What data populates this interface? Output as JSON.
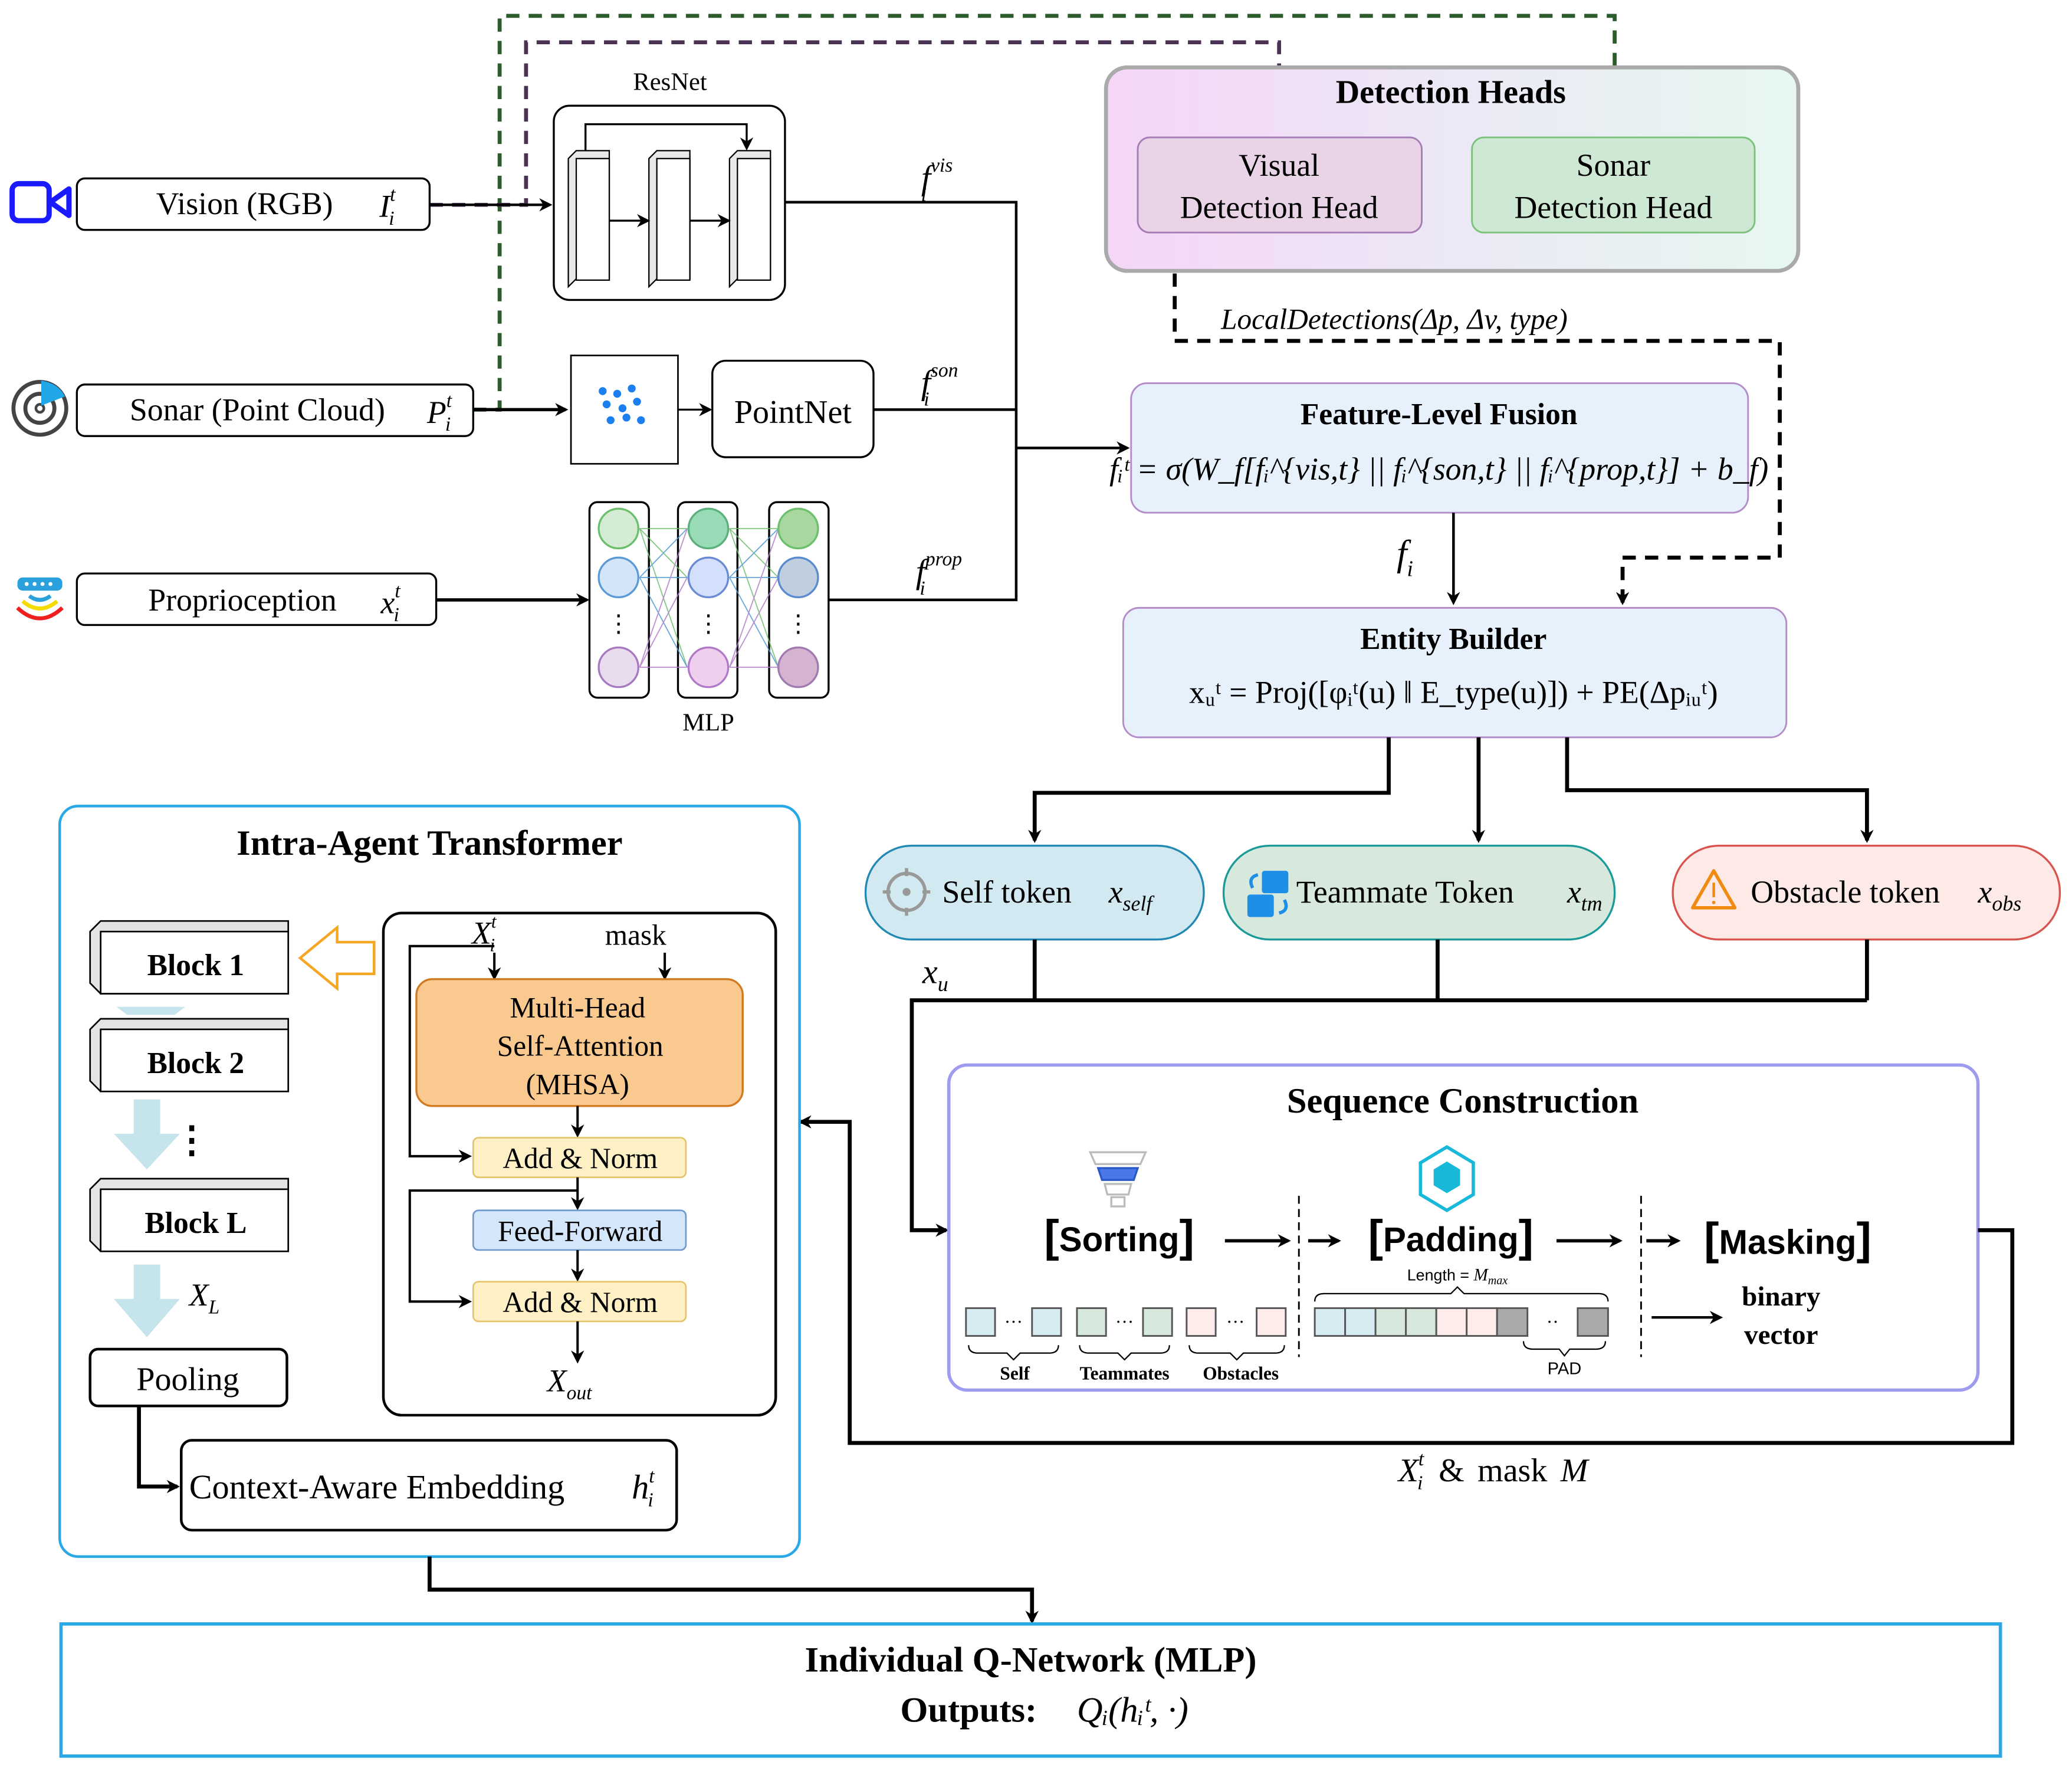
{
  "inputs": {
    "vision": {
      "label": "Vision (RGB)",
      "symbol": "I",
      "sup": "t",
      "sub": "i"
    },
    "sonar": {
      "label": "Sonar (Point Cloud)",
      "symbol": "P",
      "sup": "t",
      "sub": "i"
    },
    "proprio": {
      "label": "Proprioception",
      "symbol": "x",
      "sup": "t",
      "sub": "i"
    }
  },
  "encoders": {
    "resnet_label": "ResNet",
    "pointnet_label": "PointNet",
    "mlp_label": "MLP",
    "vis_feature": {
      "base": "f",
      "sub": "i",
      "sup": "vis"
    },
    "son_feature": {
      "base": "f",
      "sub": "i",
      "sup": "son"
    },
    "prop_feature": {
      "base": "f",
      "sub": "i",
      "sup": "prop"
    },
    "mlp_dots": "⋮"
  },
  "detection_heads": {
    "title": "Detection Heads",
    "visual": [
      "Visual",
      "Detection Head"
    ],
    "sonar": [
      "Sonar",
      "Detection Head"
    ],
    "local_detections": "LocalDetections(Δp, Δv, type)"
  },
  "fusion": {
    "title": "Feature-Level Fusion",
    "formula": "fᵢᵗ = σ(W_f[fᵢ^{vis,t} || fᵢ^{son,t} || fᵢ^{prop,t}] + b_f)",
    "output": "f"
  },
  "entity_builder": {
    "title": "Entity Builder",
    "formula": "xᵤᵗ = Proj([φᵢᵗ(u) ‖ E_type(u)]) + PE(Δpᵢᵤᵗ)"
  },
  "tokens": {
    "self": {
      "label": "Self token",
      "symbol": "x",
      "sub": "self",
      "color": "#d3e9f2"
    },
    "teammate": {
      "label": "Teammate Token",
      "symbol": "x",
      "sub": "tm",
      "color": "#d7e9dc"
    },
    "obstacle": {
      "label": "Obstacle token",
      "symbol": "x",
      "sub": "obs",
      "color": "#fde9e6"
    },
    "xu": {
      "symbol": "x",
      "sub": "u"
    }
  },
  "sequence": {
    "title": "Sequence Construction",
    "sorting": "Sorting",
    "padding": "Padding",
    "masking": "Masking",
    "length_label": "Length = ",
    "length_symbol": "M",
    "length_sub": "max",
    "group_labels": [
      "Self",
      "Teammates",
      "Obstacles"
    ],
    "pad_label": "PAD",
    "binary": [
      "binary",
      "vector"
    ],
    "ellipsis": "···",
    "output_label": {
      "X": "X",
      "sup": "t",
      "sub": "i",
      "amp": "&",
      "mask": "mask",
      "M": "M"
    }
  },
  "transformer": {
    "title": "Intra-Agent Transformer",
    "blocks": [
      "Block 1",
      "Block 2",
      "Block L"
    ],
    "vdots": "⋮",
    "xl": {
      "base": "X",
      "sub": "L"
    },
    "pooling": "Pooling",
    "embedding": "Context-Aware Embedding",
    "embedding_symbol": {
      "base": "h",
      "sup": "t",
      "sub": "i"
    },
    "inner": {
      "input_symbol": {
        "base": "X",
        "sup": "t",
        "sub": "i"
      },
      "mask": "mask",
      "mhsa": [
        "Multi-Head",
        "Self-Attention",
        "(MHSA)"
      ],
      "add_norm": "Add & Norm",
      "feed_forward": "Feed-Forward",
      "output_symbol": {
        "base": "X",
        "sub": "out"
      }
    }
  },
  "qnetwork": {
    "title": "Individual Q-Network (MLP)",
    "outputs_label": "Outputs:",
    "formula": "Qᵢ(hᵢᵗ, ·)"
  },
  "colors": {
    "vision_dash": "#4a3352",
    "sonar_dash": "#2c5b2c",
    "accent_blue": "#29a8e8",
    "seq_border": "#9f9cf0",
    "mhsa": "#f9c98f",
    "add_norm": "#fdf0c4",
    "feed_forward": "#d4e6fa"
  }
}
